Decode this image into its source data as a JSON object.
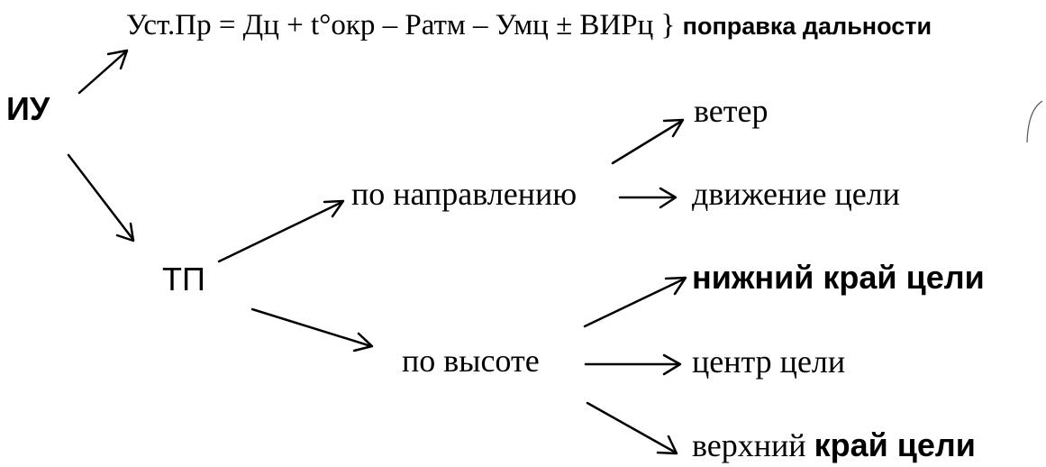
{
  "formula": {
    "main": "Уст.Пр = Дц + t°окр – Ратм – Умц ± ВИРц",
    "brace": "}",
    "note": "поправка дальности"
  },
  "nodes": {
    "iu": "ИУ",
    "tp": "ТП",
    "by_direction": "по направлению",
    "by_height": "по высоте",
    "wind": "ветер",
    "target_motion": "движение цели",
    "lower_edge": "нижний край цели",
    "target_center": "центр цели",
    "upper_edge_a": "верхний",
    "upper_edge_b": "край цели"
  }
}
